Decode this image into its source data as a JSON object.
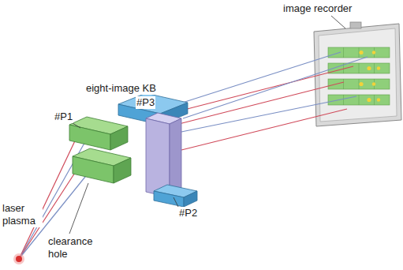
{
  "diagram": {
    "labels": [
      "image recorder",
      "eight-image KB",
      "#P1",
      "#P3",
      "laser plasma",
      "clearance hole",
      "#P2"
    ]
  }
}
